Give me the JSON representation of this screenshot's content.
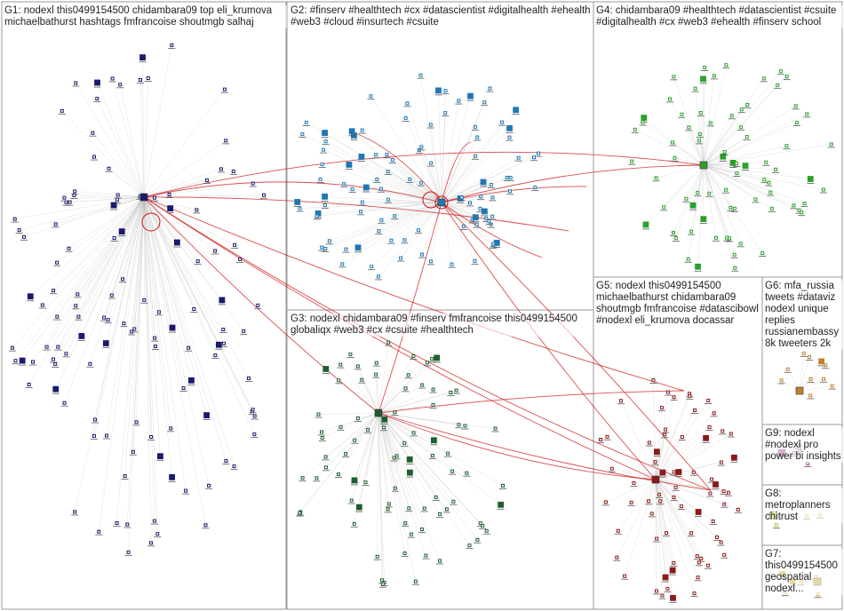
{
  "graph": {
    "groups": [
      {
        "id": "g1",
        "label": "G1: nodexl this0499154500 chidambara09 top eli_krumova michaelbathurst hashtags fmfrancoise shoutmgb salhaj",
        "color": "#1a1a6e",
        "node_count": 120
      },
      {
        "id": "g2",
        "label": "G2: #finserv #healthtech #cx #datascientist #digitalhealth #ehealth #web3 #cloud #insurtech #csuite",
        "color": "#1f77b4",
        "node_count": 100
      },
      {
        "id": "g4",
        "label": "G4: chidambara09 #healthtech #datascientist #csuite #digitalhealth #cx #web3 #ehealth #finserv school",
        "color": "#2ca02c",
        "node_count": 75
      },
      {
        "id": "g3",
        "label": "G3: nodexl chidambara09 #finserv fmfrancoise this0499154500 globaliqx #web3 #cx #csuite #healthtech",
        "color": "#1e5e2e",
        "node_count": 85
      },
      {
        "id": "g5",
        "label": "G5: nodexl this0499154500 michaelbathurst chidambara09 shoutmgb fmfrancoise #datascibowl #nodexl eli_krumova docassar",
        "color": "#8b1a1a",
        "node_count": 70
      },
      {
        "id": "g6",
        "label": "G6: mfa_russia tweets #dataviz nodexl unique replies russianembassy 8k tweeters 2k",
        "color": "#c08030",
        "node_count": 10
      },
      {
        "id": "g9",
        "label": "G9: nodexl #nodexl pro power bi insights",
        "color": "#a040a0",
        "node_count": 4
      },
      {
        "id": "g8",
        "label": "G8: metroplanners chitrust",
        "color": "#c0c040",
        "node_count": 3
      },
      {
        "id": "g7",
        "label": "G7: this0499154500 geospatial nodexl...",
        "color": "#c0a020",
        "node_count": 6
      }
    ],
    "edge_color": "#d01010",
    "background_edge_color": "#bbbbbb"
  }
}
